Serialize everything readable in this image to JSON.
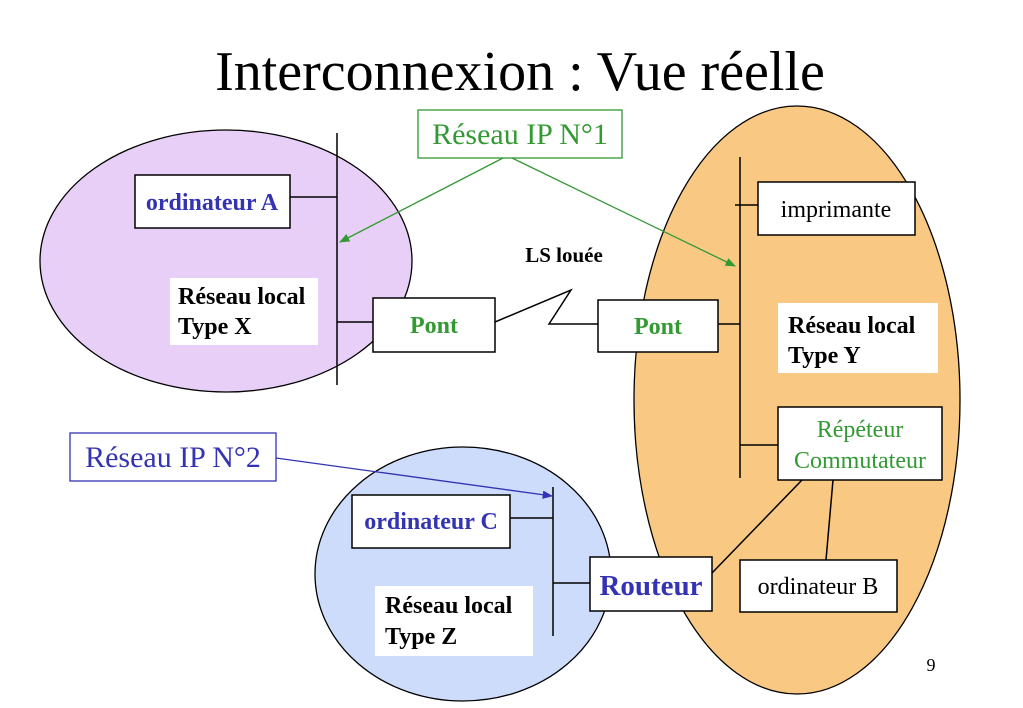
{
  "title": "Interconnexion : Vue réelle",
  "page_number": "9",
  "ip_network_1": "Réseau IP N°1",
  "ip_network_2": "Réseau IP N°2",
  "leased_line": "LS louée",
  "lan_x": {
    "label": [
      "Réseau local",
      "Type X"
    ],
    "computer": "ordinateur A",
    "bridge": "Pont"
  },
  "lan_y": {
    "label": [
      "Réseau local",
      "Type Y"
    ],
    "bridge": "Pont",
    "printer": "imprimante",
    "repeater": [
      "Répéteur",
      "Commutateur"
    ],
    "computer": "ordinateur B"
  },
  "lan_z": {
    "label": [
      "Réseau local",
      "Type Z"
    ],
    "computer": "ordinateur C",
    "router": "Routeur"
  },
  "colors": {
    "lan_x": "#e8cff7",
    "lan_y": "#f9c983",
    "lan_z": "#ccdcfa",
    "green": "#339933",
    "blue": "#3333b3",
    "text": "#000000"
  }
}
